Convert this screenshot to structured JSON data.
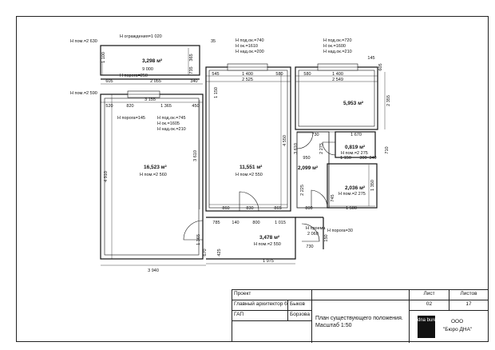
{
  "rooms": {
    "r1": {
      "area": "3,298 м²",
      "height": ""
    },
    "r2": {
      "area": "16,523 м²",
      "height": "Н пом.=2 560"
    },
    "r3": {
      "area": "11,551 м²",
      "height": "Н пом.=2 550"
    },
    "r4": {
      "area": "5,953 м²",
      "height": ""
    },
    "r5": {
      "area": "0,819 м²",
      "height": "Н пом.=2 275"
    },
    "r6": {
      "area": "2,036 м²",
      "height": "Н пом.=2 275"
    },
    "r7": {
      "area": "2,099 м²",
      "height": ""
    },
    "r8": {
      "area": "3,478 м²",
      "height": "Н пом.=2 550"
    }
  },
  "notes": {
    "n1": "Н пом.=2 630",
    "n2": "Н ограждения=1 020",
    "n3": "Н пом.=2 590",
    "n4": "Н порога=250",
    "n5a": "Н под.ок.=740",
    "n5b": "Н ок.=1610",
    "n5c": "Н над.ок.=200",
    "n6a": "Н под.ок.=720",
    "n6b": "Н ок.=1600",
    "n6c": "Н над.ок.=210",
    "n7": "Н порога=145",
    "n8a": "Н под.ок.=745",
    "n8b": "Н ок.=1605",
    "n8c": "Н над.ок.=210",
    "n9": "Н проема",
    "n10": "2 060",
    "n11": "Н порога=30"
  },
  "dims": {
    "d9000": "9 000",
    "d2055": "2 055",
    "d340": "340",
    "d605": "605",
    "d735": "735",
    "d1100": "1 100",
    "d365": "365",
    "d35": "35",
    "d3155": "3 155",
    "d520": "520",
    "d820": "820",
    "d1365": "1 365",
    "d450": "450",
    "d4910": "4 910",
    "d3940": "3 940",
    "d545": "545",
    "d1400a": "1 400",
    "d580a": "580",
    "d2525": "2 525",
    "d1150": "1 150",
    "d3610": "3 610",
    "d4550": "4 550",
    "d860": "860",
    "d830": "830",
    "d865": "865",
    "d1400b": "1 400",
    "d580b": "580",
    "d2549": "2 549",
    "d145": "145",
    "d605b": "605",
    "d2355": "2 355",
    "d1670": "1 670",
    "d730a": "730",
    "d710": "710",
    "d1150b": "1 150",
    "d300": "300",
    "d340b": "340",
    "d950": "950",
    "d1350": "1 350",
    "d1500": "1 500",
    "d800a": "800",
    "d2225": "2 225",
    "d785": "785",
    "d140": "140",
    "d800b": "800",
    "d1015": "1 015",
    "d1975": "1 975",
    "d1365b": "1 365",
    "d670": "670",
    "d425": "425",
    "d730b": "730",
    "d150": "150",
    "d745": "745",
    "d2275": "2 275",
    "d3610b": "3 610"
  },
  "stamp": {
    "project": "Проект",
    "chief_label": "Главный архитектор бюро",
    "chief_name": "Быков",
    "gap_label": "ГАП",
    "gap_name": "Борзова",
    "title_line1": "План существующего положения.",
    "title_line2": "Масштаб 1:50",
    "sheet_label": "Лист",
    "sheets_label": "Листов",
    "sheet_no": "02",
    "sheets_total": "17",
    "org1": "ООО",
    "org2": "\"Бюро ДНА\"",
    "logo": "dna bureau"
  }
}
